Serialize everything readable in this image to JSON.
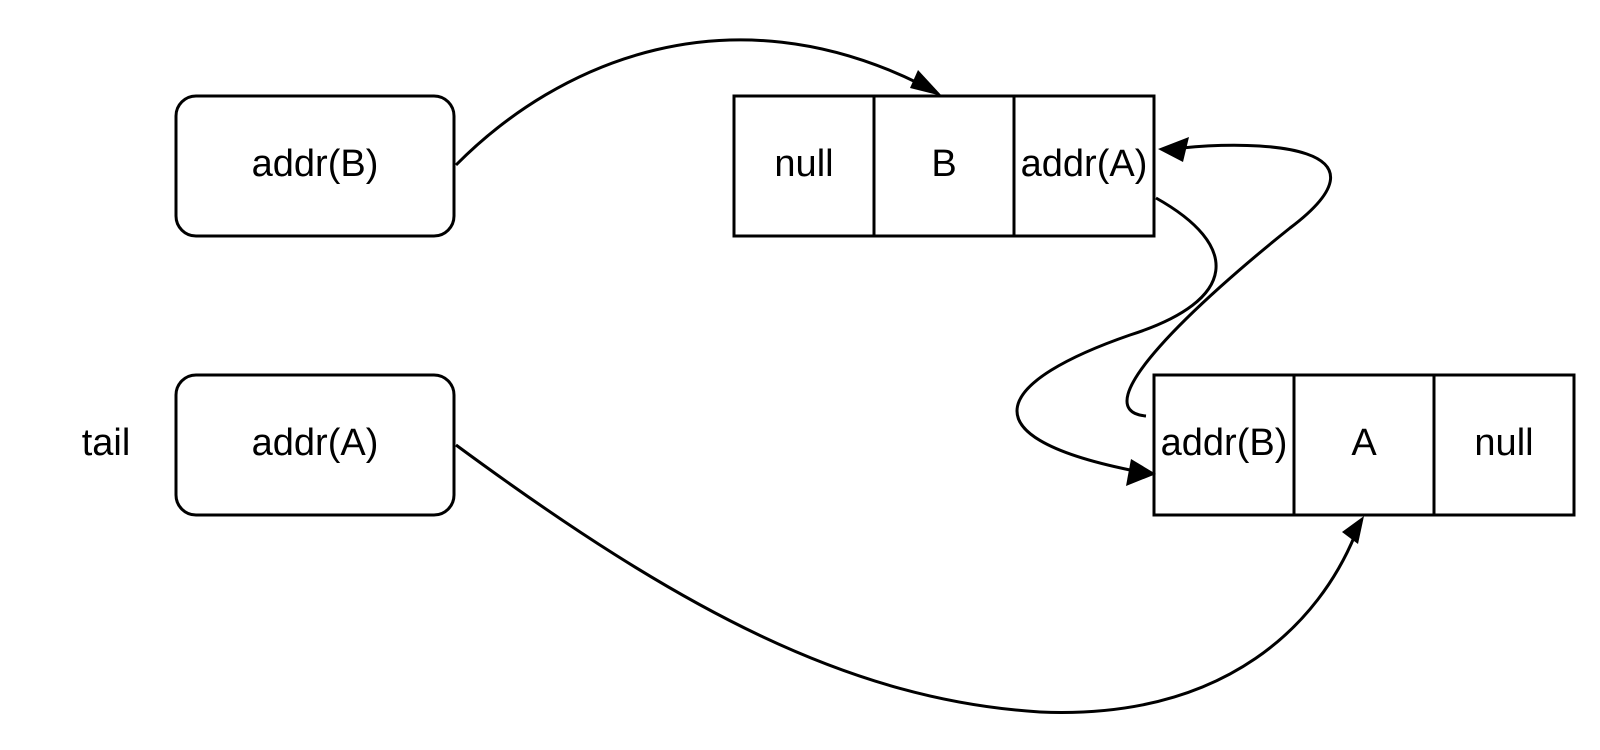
{
  "diagram": {
    "side_label": "tail",
    "pointers": [
      {
        "text": "addr(B)"
      },
      {
        "text": "addr(A)"
      }
    ],
    "nodes": [
      {
        "cells": [
          "null",
          "B",
          "addr(A)"
        ]
      },
      {
        "cells": [
          "addr(B)",
          "A",
          "null"
        ]
      }
    ]
  },
  "colors": {
    "stroke": "#000000",
    "background": "#ffffff"
  }
}
